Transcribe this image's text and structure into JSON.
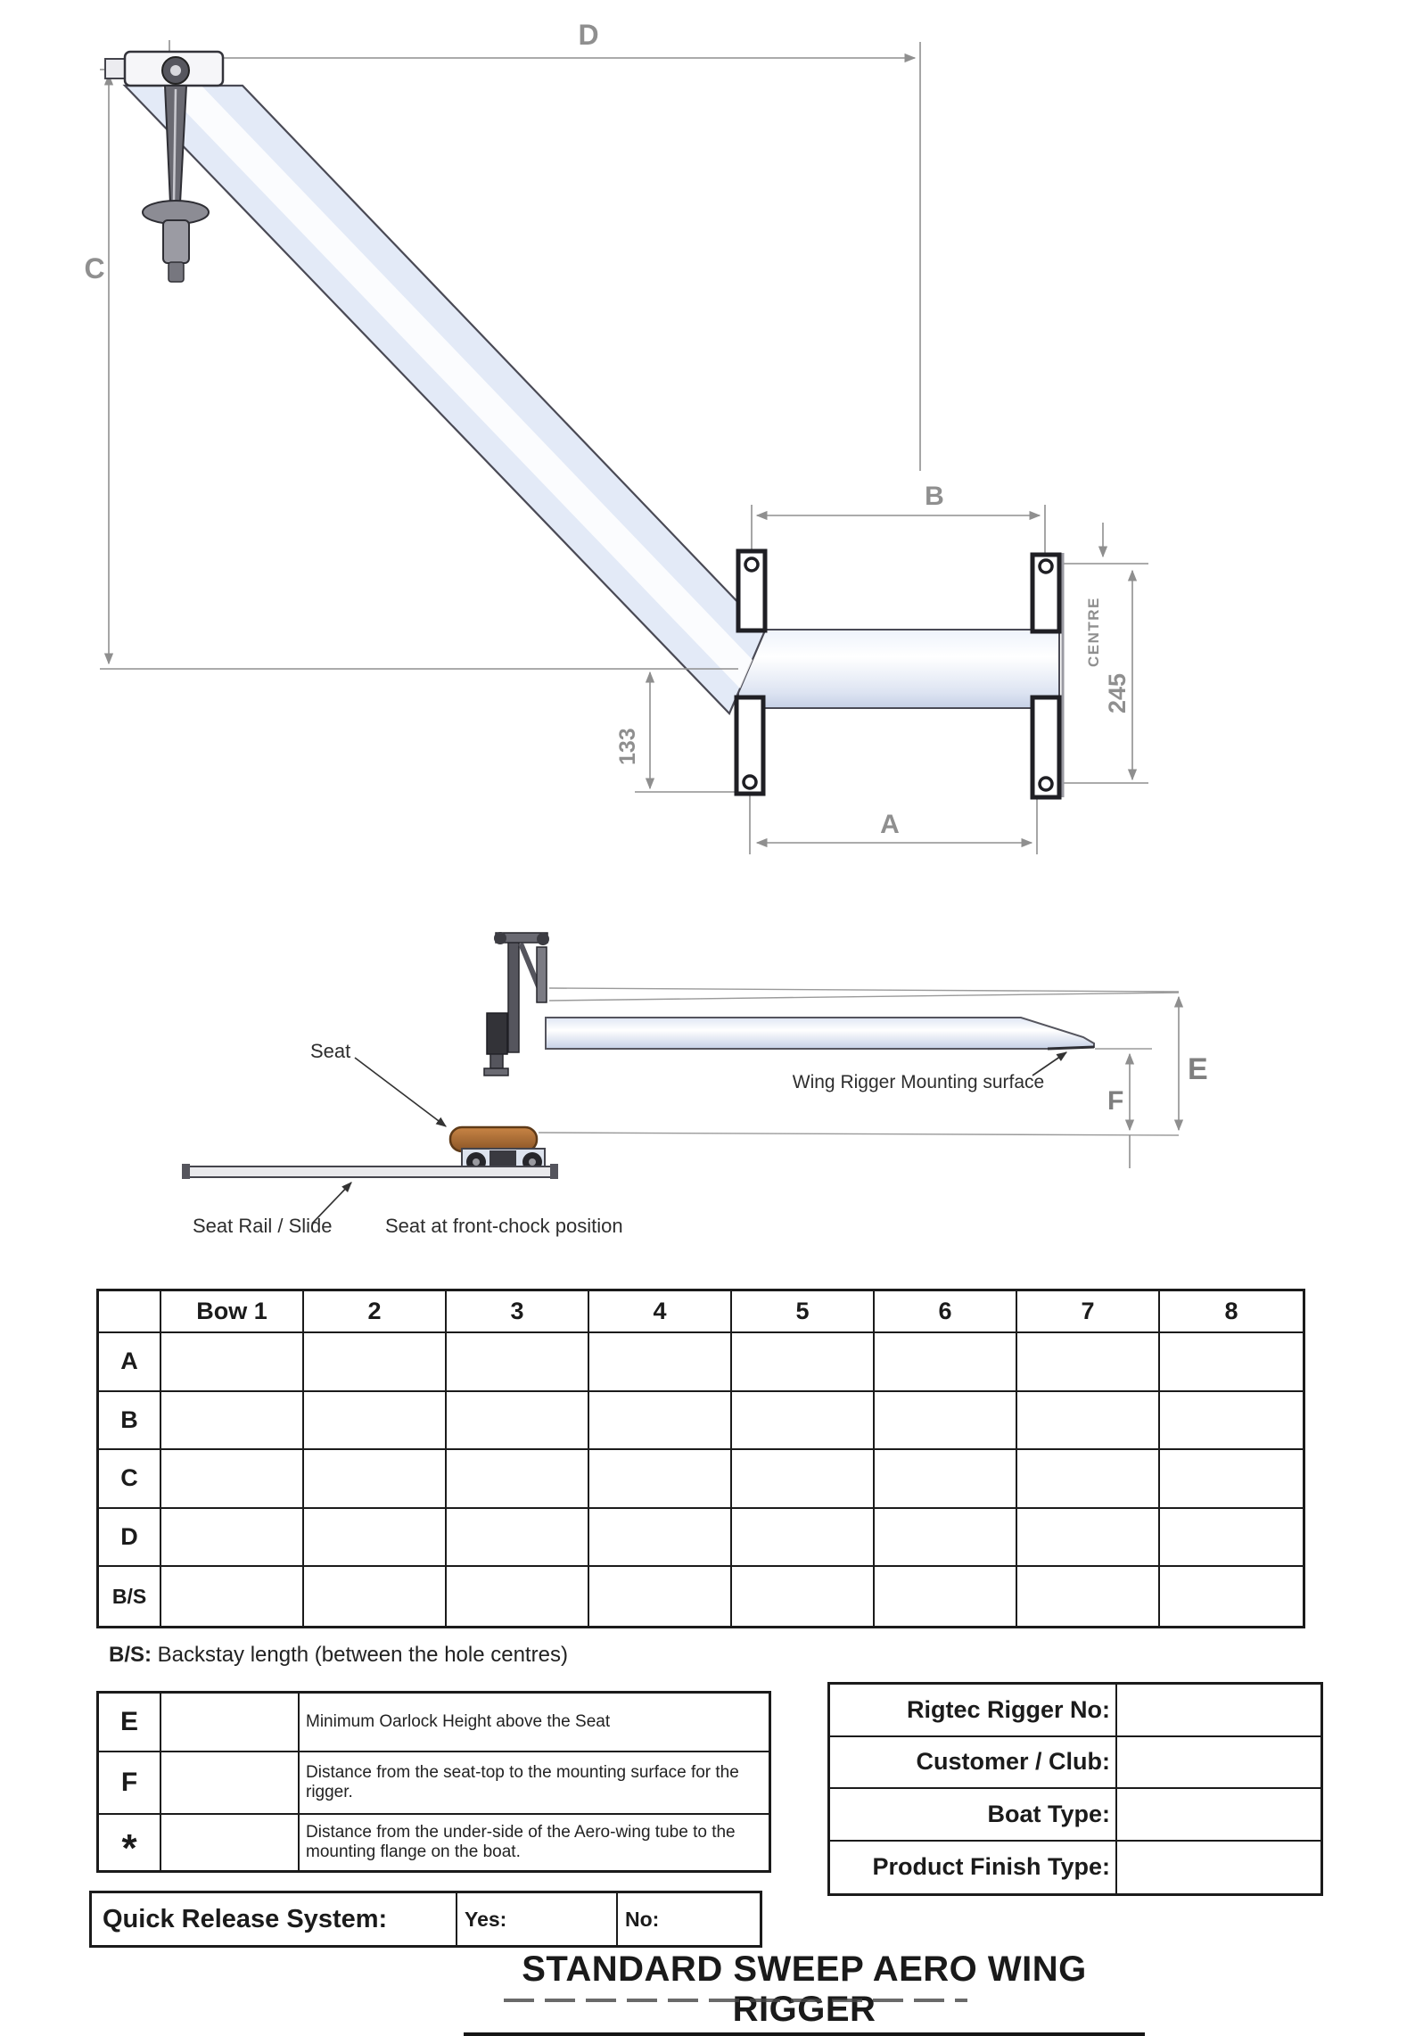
{
  "colors": {
    "tube_fill": "#e9eefa",
    "tube_shade": "#c9d3e8",
    "outline": "#45454e",
    "dim_line": "#8f8f8f",
    "seat_brown": "#b0713a"
  },
  "top_drawing": {
    "dim_a": "A",
    "dim_b": "B",
    "dim_c": "C",
    "dim_d": "D",
    "dim_133": "133",
    "dim_245": "245",
    "centre": "CENTRE"
  },
  "side_drawing": {
    "seat": "Seat",
    "seat_rail": "Seat Rail / Slide",
    "seat_position": "Seat at front-chock position",
    "mounting": "Wing Rigger Mounting surface",
    "dim_e": "E",
    "dim_f": "F"
  },
  "measurement_table": {
    "col_headers": [
      "Bow 1",
      "2",
      "3",
      "4",
      "5",
      "6",
      "7",
      "8"
    ],
    "row_headers": [
      "A",
      "B",
      "C",
      "D",
      "B/S"
    ]
  },
  "bs_note": {
    "bold": "B/S:",
    "rest": " Backstay length (between the hole centres)"
  },
  "spec_table": {
    "rows": [
      {
        "label": "E",
        "desc": "Minimum Oarlock Height above the Seat"
      },
      {
        "label": "F",
        "desc": "Distance from the seat-top to the mounting surface for the rigger."
      },
      {
        "label": "*",
        "desc": "Distance from the under-side of the Aero-wing tube to the mounting flange on the boat."
      }
    ]
  },
  "order_form": {
    "rows": [
      "Rigtec Rigger No:",
      "Customer / Club:",
      "Boat Type:",
      "Product Finish Type:"
    ]
  },
  "quick_release": {
    "label": "Quick Release System:",
    "yes": "Yes:",
    "no": "No:"
  },
  "title": "STANDARD SWEEP AERO WING RIGGER"
}
